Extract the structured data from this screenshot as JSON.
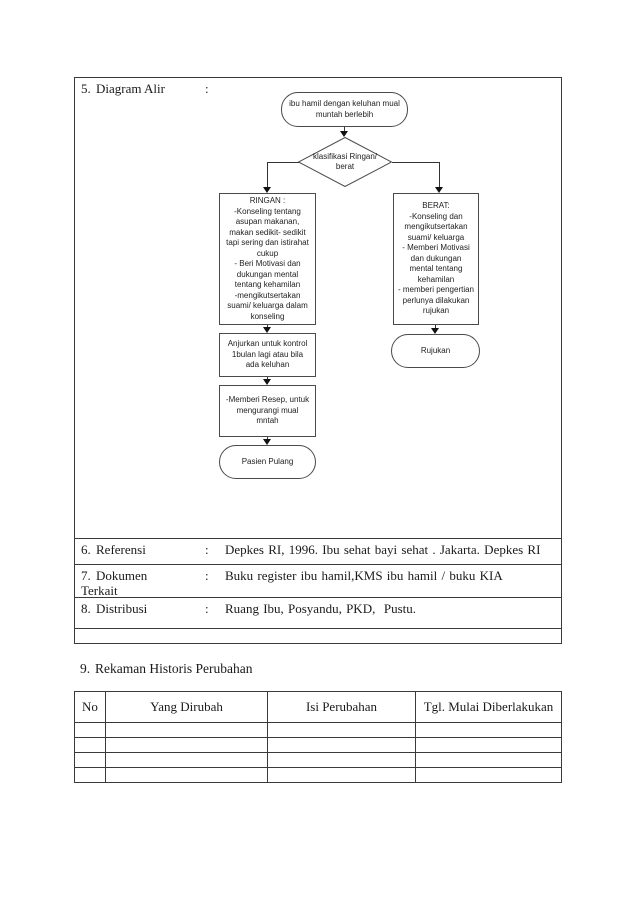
{
  "document": {
    "rows": [
      {
        "num": "5.",
        "label": "Diagram Alir",
        "colon": ":",
        "content": ""
      },
      {
        "num": "6.",
        "label": "Referensi",
        "colon": ":",
        "content": "Depkes RI, 1996. Ibu sehat bayi sehat . Jakarta. Depkes RI"
      },
      {
        "num": "7.",
        "label": "Dokumen Terkait",
        "colon": ":",
        "content": "Buku register ibu hamil,KMS ibu hamil / buku KIA"
      },
      {
        "num": "8.",
        "label": "Distribusi",
        "colon": ":",
        "content": "Ruang Ibu, Posyandu, PKD,  Pustu."
      }
    ]
  },
  "flowchart": {
    "start": "ibu hamil dengan keluhan mual\nmuntah berlebih",
    "decision": "klasifikasi Ringan/\nberat",
    "ringan": "RINGAN :\n-Konseling tentang\nasupan makanan,\nmakan sedikit- sedikit\ntapi sering dan istirahat\ncukup\n- Beri Motivasi dan\ndukungan mental\ntentang kehamilan\n-mengikutsertakan\nsuami/ keluarga dalam\nkonseling",
    "berat": "BERAT:\n-Konseling dan\nmengikutsertakan\nsuami/ keluarga\n- Memberi Motivasi\ndan dukungan\nmental tentang\nkehamilan\n- memberi pengertian\nperlunya dilakukan\nrujukan",
    "anjurkan": "Anjurkan untuk kontrol\n1bulan lagi atau bila\nada keluhan",
    "rujukan": "Rujukan",
    "resep": "-Memberi Resep, untuk\nmengurangi mual\nmntah",
    "pasien": "Pasien Pulang"
  },
  "history": {
    "num": "9.",
    "title": "Rekaman Historis Perubahan",
    "headers": [
      "No",
      "Yang Dirubah",
      "Isi Perubahan",
      "Tgl. Mulai Diberlakukan"
    ],
    "empty_row_count": 4
  },
  "colors": {
    "ink": "#1a1a1a",
    "table_border": "#3a3a3a",
    "flow_border": "#4a4a4a"
  }
}
